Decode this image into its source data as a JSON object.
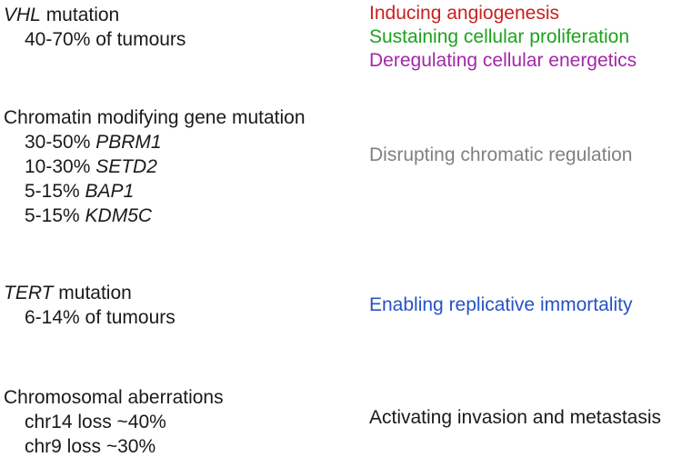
{
  "figure": {
    "background": "#ffffff",
    "text_color": "#1a1a1a"
  },
  "sections": [
    {
      "heading": {
        "gene": "VHL",
        "rest": " mutation"
      },
      "lines": [
        {
          "text": "40-70% of tumours",
          "gene": ""
        }
      ],
      "hallmarks": [
        {
          "text": "Inducing angiogenesis",
          "color": "#c7211d"
        },
        {
          "text": "Sustaining cellular proliferation",
          "color": "#1da21d"
        },
        {
          "text": "Deregulating cellular energetics",
          "color": "#a228a8"
        }
      ]
    },
    {
      "heading": {
        "gene": "",
        "rest": "Chromatin modifying gene mutation"
      },
      "lines": [
        {
          "text": "30-50% ",
          "gene": "PBRM1"
        },
        {
          "text": "10-30% ",
          "gene": "SETD2"
        },
        {
          "text": "5-15% ",
          "gene": "BAP1"
        },
        {
          "text": "5-15% ",
          "gene": "KDM5C"
        }
      ],
      "hallmarks": [
        {
          "text": "Disrupting chromatic regulation",
          "color": "#808080"
        }
      ]
    },
    {
      "heading": {
        "gene": "TERT",
        "rest": " mutation"
      },
      "lines": [
        {
          "text": "6-14% of tumours",
          "gene": ""
        }
      ],
      "hallmarks": [
        {
          "text": "Enabling replicative immortality",
          "color": "#2453c5"
        }
      ]
    },
    {
      "heading": {
        "gene": "",
        "rest": "Chromosomal aberrations"
      },
      "lines": [
        {
          "text": "chr14 loss ~40%",
          "gene": ""
        },
        {
          "text": "chr9 loss ~30%",
          "gene": ""
        }
      ],
      "hallmarks": [
        {
          "text": "Activating invasion and metastasis",
          "color": "#1a1a1a"
        }
      ]
    }
  ]
}
